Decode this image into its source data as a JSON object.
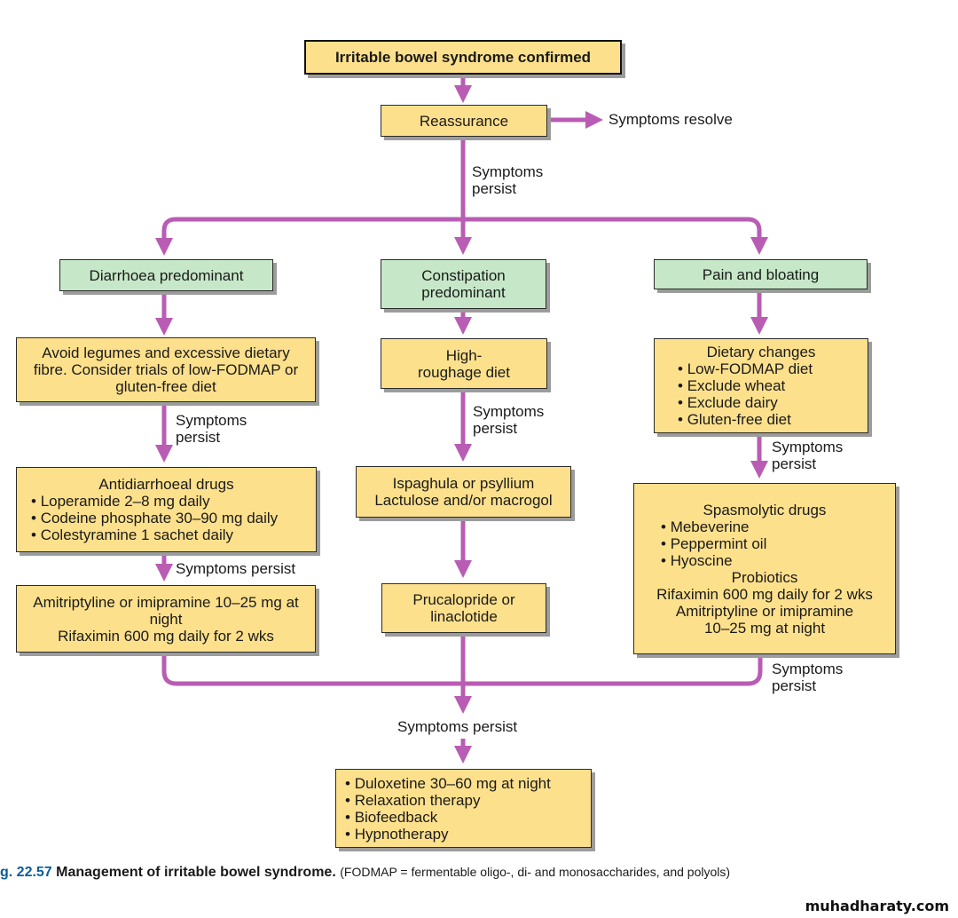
{
  "colors": {
    "connector": "#b95cb4",
    "box_yellow": "#fde08c",
    "box_green": "#c6e8c8",
    "figure_number": "#0a5d9a"
  },
  "nodes": {
    "start": "Irritable bowel syndrome confirmed",
    "reassurance": "Reassurance",
    "symptoms_resolve": "Symptoms resolve",
    "diarrhoea": "Diarrhoea predominant",
    "constipation": "Constipation predominant",
    "pain": "Pain and bloating",
    "avoid_legumes": "Avoid legumes and excessive dietary fibre. Consider trials of low-FODMAP or gluten-free diet",
    "high_roughage": "High-roughage diet",
    "dietary_changes": {
      "title": "Dietary changes",
      "items": [
        "Low-FODMAP diet",
        "Exclude wheat",
        "Exclude dairy",
        "Gluten-free diet"
      ]
    },
    "antidiarrhoeal": {
      "title": "Antidiarrhoeal drugs",
      "items": [
        "Loperamide 2–8 mg daily",
        "Codeine phosphate 30–90 mg daily",
        "Colestyramine 1 sachet daily"
      ]
    },
    "ispaghula": [
      "Ispaghula or psyllium",
      "Lactulose and/or macrogol"
    ],
    "spasmolytic": {
      "title": "Spasmolytic drugs",
      "items": [
        "Mebeverine",
        "Peppermint oil",
        "Hyoscine"
      ],
      "lines": [
        "Probiotics",
        "Rifaximin 600 mg daily for 2 wks",
        "Amitriptyline or imipramine 10–25 mg at night"
      ]
    },
    "amitriptyline_left": [
      "Amitriptyline or imipramine 10–25 mg at night",
      "Rifaximin 600 mg daily for 2 wks"
    ],
    "prucalopride": "Prucalopride or linaclotide",
    "final": [
      "Duloxetine 30–60 mg at night",
      "Relaxation therapy",
      "Biofeedback",
      "Hypnotherapy"
    ]
  },
  "labels": {
    "persist_split": "Symptoms persist",
    "persist_left1": "Symptoms persist",
    "persist_left2": "Symptoms persist",
    "persist_mid": "Symptoms persist",
    "persist_right1": "Symptoms persist",
    "persist_right2": "Symptoms persist",
    "persist_bottom": "Symptoms persist"
  },
  "caption": {
    "figure": "g. 22.57",
    "title": "Management of irritable bowel syndrome.",
    "note": "(FODMAP = fermentable oligo-, di- and monosaccharides, and polyols)"
  },
  "watermark": "muhadharaty.com"
}
